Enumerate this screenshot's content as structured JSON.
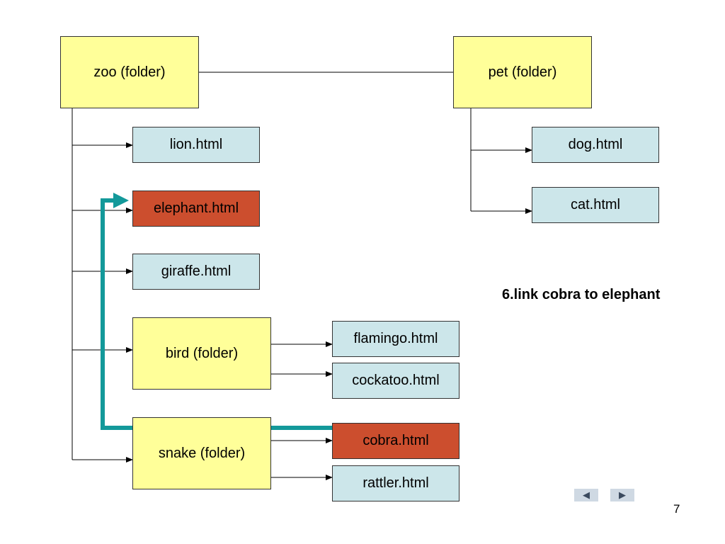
{
  "diagram": {
    "nodes": {
      "zoo": "zoo (folder)",
      "pet": "pet (folder)",
      "lion": "lion.html",
      "elephant": "elephant.html",
      "giraffe": "giraffe.html",
      "bird": "bird (folder)",
      "snake": "snake (folder)",
      "flamingo": "flamingo.html",
      "cockatoo": "cockatoo.html",
      "cobra": "cobra.html",
      "rattler": "rattler.html",
      "dog": "dog.html",
      "cat": "cat.html"
    },
    "note": "6.link cobra to elephant",
    "colors": {
      "folder": "#ffff99",
      "file": "#cce6ea",
      "highlight": "#cc4e2e",
      "link_arrow": "#13999a"
    }
  },
  "nav": {
    "prev_icon": "◀",
    "next_icon": "▶"
  },
  "page_number": "7"
}
